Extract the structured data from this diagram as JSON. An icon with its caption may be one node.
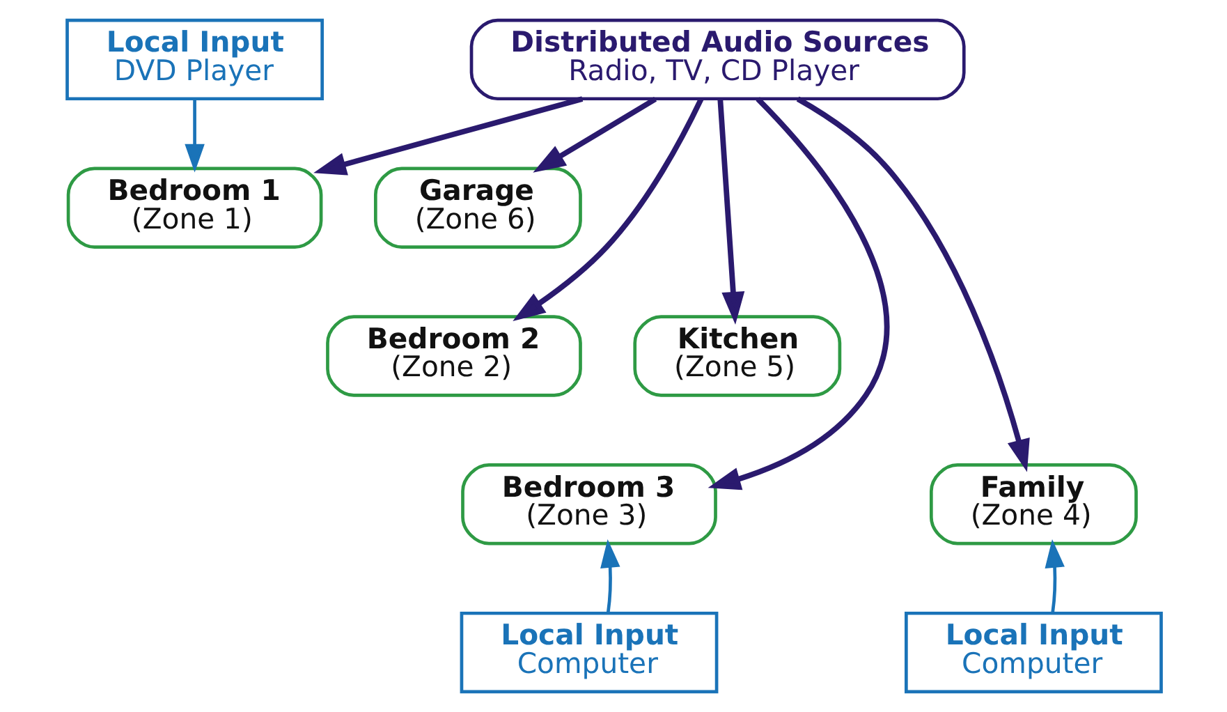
{
  "diagram": {
    "nodes": [
      {
        "text": [
          "Distributed Audio Sources",
          "Radio, TV, CD Player"
        ]
      },
      {
        "text": [
          "Local Input",
          "DVD Player"
        ]
      },
      {
        "text": [
          "Bedroom 1",
          "(Zone 1)"
        ]
      },
      {
        "text": [
          "Garage",
          "(Zone 6)"
        ]
      },
      {
        "text": [
          "Bedroom 2",
          "(Zone 2)"
        ]
      },
      {
        "text": [
          "Kitchen",
          "(Zone 5)"
        ]
      },
      {
        "text": [
          "Bedroom 3",
          "(Zone 3)"
        ]
      },
      {
        "text": [
          "Family",
          "(Zone 4)"
        ]
      },
      {
        "text": [
          "Local Input",
          "Computer"
        ]
      },
      {
        "text": [
          "Local Input",
          "Computer"
        ]
      }
    ],
    "edges": [
      {
        "from": 0,
        "to": 2,
        "arrow": "to"
      },
      {
        "from": 0,
        "to": 4,
        "arrow": "to"
      },
      {
        "from": 0,
        "to": 6,
        "arrow": "to"
      },
      {
        "from": 0,
        "to": 7,
        "arrow": "to"
      },
      {
        "from": 0,
        "to": 5,
        "arrow": "to"
      },
      {
        "from": 0,
        "to": 3,
        "arrow": "to"
      },
      {
        "from": 1,
        "to": 2,
        "arrow": "to",
        "color": "#1a73b8"
      },
      {
        "from": 8,
        "to": 6,
        "arrow": "to",
        "color": "#1a73b8"
      },
      {
        "from": 9,
        "to": 7,
        "arrow": "to",
        "color": "#1a73b8"
      }
    ]
  }
}
